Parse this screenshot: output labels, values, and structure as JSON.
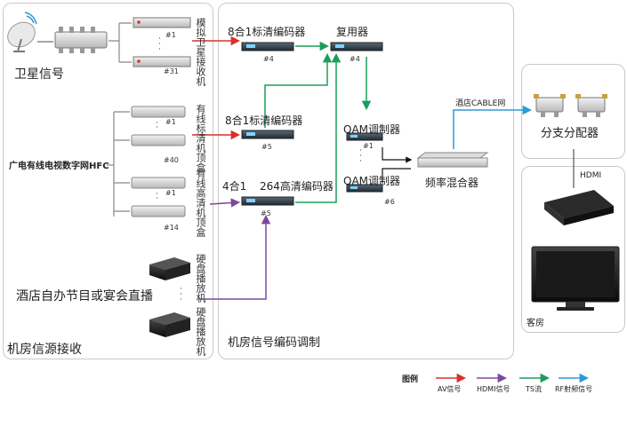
{
  "panels": {
    "source": "机房信源接收",
    "encode": "机房信号编码调制",
    "room": "客房"
  },
  "source": {
    "satellite": "卫星信号",
    "hfc": "广电有线电视数字网HFC",
    "hotel": "酒店自办节目或宴会直播",
    "sat_receiver": "模拟卫星接收机",
    "sd_stb": "有线标清机顶盒",
    "hd_stb": "有线高清机顶盒",
    "hdd1": "硬盘播放机",
    "hdd2": "硬盘播放机",
    "n1a": "#1",
    "n31": "#31",
    "n1b": "#1",
    "n40": "#40",
    "n1c": "#1",
    "n14": "#14"
  },
  "encode": {
    "enc1": "8合1标清编码器",
    "enc1_num": "#4",
    "enc2": "8合1标清编码器",
    "enc2_num": "#5",
    "enc3_prefix": "4合1",
    "enc3": "264高清编码器",
    "enc3_num": "#5",
    "mux": "复用器",
    "mux_num": "#4",
    "qam1": "QAM调制器",
    "qam1_num": "#1",
    "qam2": "QAM调制器",
    "qam2_num": "#6",
    "mixer": "频率混合器",
    "cable": "酒店CABLE网"
  },
  "room": {
    "splitter": "分支分配器",
    "hdmi": "HDMI"
  },
  "legend": {
    "title": "图例",
    "items": [
      {
        "label": "AV信号",
        "color": "#d9302c"
      },
      {
        "label": "HDMI信号",
        "color": "#7b4a9e"
      },
      {
        "label": "TS流",
        "color": "#1a9e5a"
      },
      {
        "label": "RF射频信号",
        "color": "#2e9ad6"
      }
    ]
  },
  "colors": {
    "av": "#d9302c",
    "hdmi": "#7b4a9e",
    "ts": "#1a9e5a",
    "rf": "#2e9ad6"
  }
}
